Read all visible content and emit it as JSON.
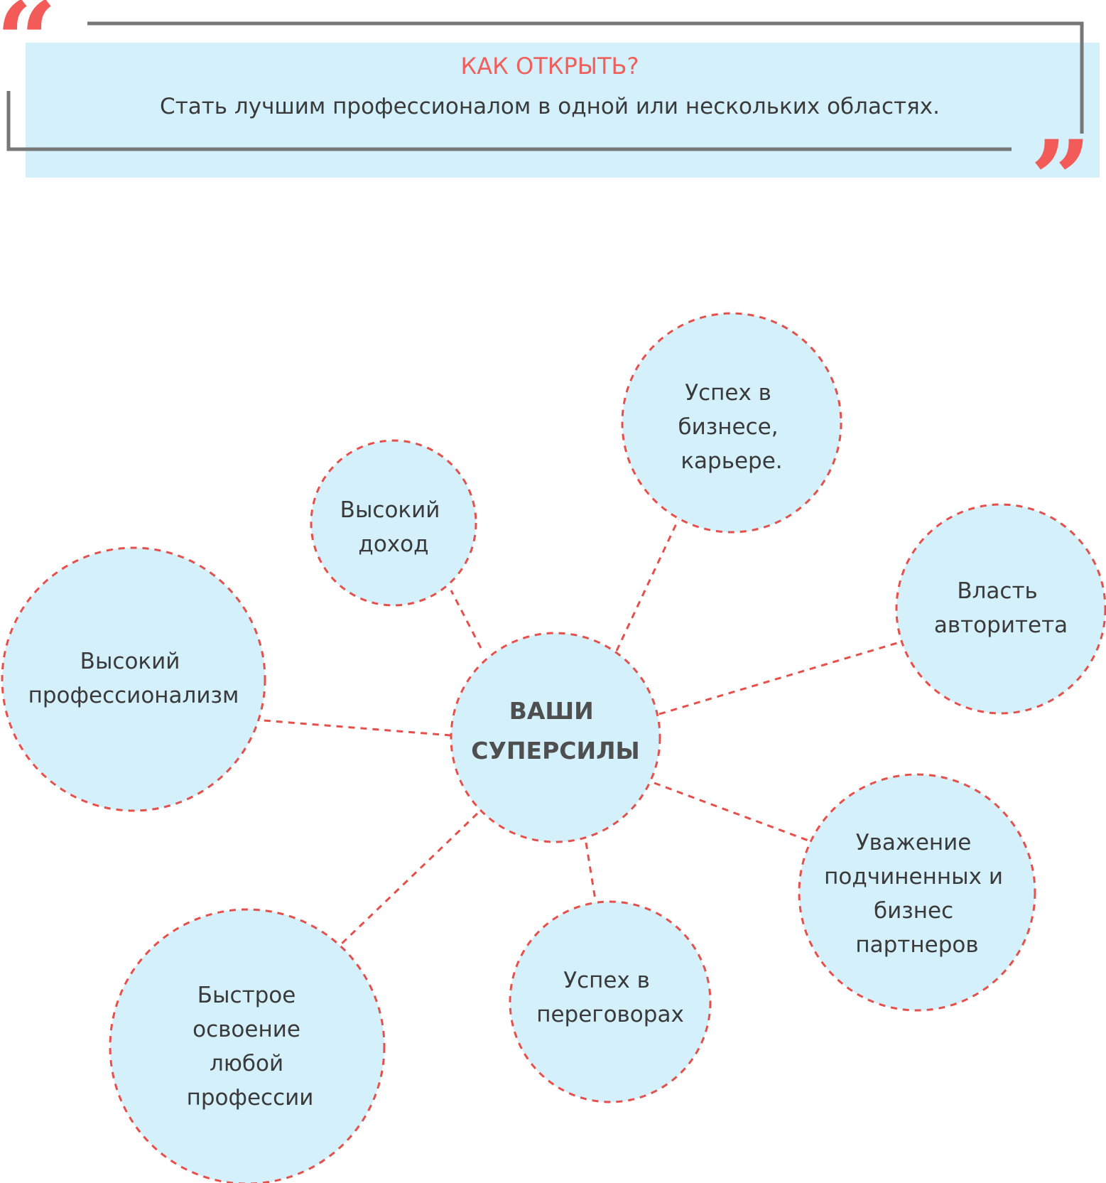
{
  "colors": {
    "bubble_fill": "#d3f0fb",
    "dash_stroke": "#e6504b",
    "frame": "#777777",
    "accent": "#f05f5b",
    "text": "#3a3a3a"
  },
  "quote": {
    "open_mark": "“",
    "close_mark": "”",
    "heading": "КАК ОТКРЫТЬ?",
    "body": "Стать лучшим профессионалом в одной или нескольких областях."
  },
  "diagram": {
    "center": {
      "lines": [
        "ВАШИ",
        "СУПЕРСИЛЫ"
      ]
    },
    "nodes": [
      {
        "id": "income",
        "lines": [
          "Высокий",
          "доход"
        ]
      },
      {
        "id": "business",
        "lines": [
          "Успех в",
          "бизнесе,",
          "карьере."
        ]
      },
      {
        "id": "authority",
        "lines": [
          "Власть",
          "авторитета"
        ]
      },
      {
        "id": "respect",
        "lines": [
          "Уважение",
          "подчиненных и",
          "бизнес",
          "партнеров"
        ]
      },
      {
        "id": "negotiation",
        "lines": [
          "Успех в",
          "переговорах"
        ]
      },
      {
        "id": "learning",
        "lines": [
          "Быстрое",
          "освоение",
          "любой",
          "профессии"
        ]
      },
      {
        "id": "professionalism",
        "lines": [
          "Высокий",
          "профессионализм"
        ]
      }
    ]
  }
}
